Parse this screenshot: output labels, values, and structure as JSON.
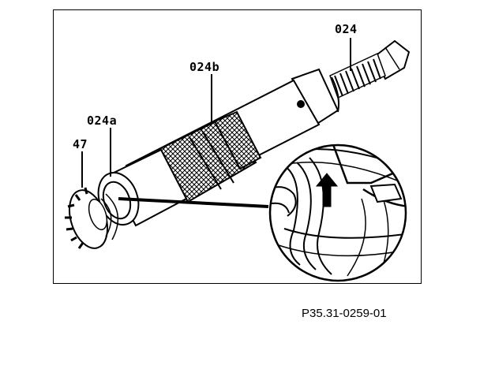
{
  "callouts": {
    "bolt": "024",
    "sleeve": "024b",
    "collar": "024a",
    "gear": "47"
  },
  "figure_ref": "P35.31-0259-01",
  "colors": {
    "ink": "#000000",
    "paper": "#ffffff"
  }
}
